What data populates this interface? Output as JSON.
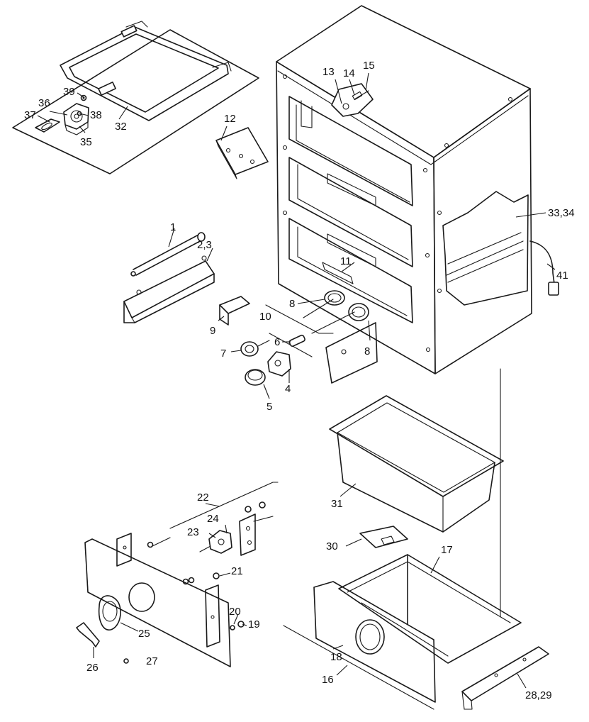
{
  "callouts": [
    {
      "id": "c1",
      "text": "1"
    },
    {
      "id": "c2_3",
      "text": "2,3"
    },
    {
      "id": "c4",
      "text": "4"
    },
    {
      "id": "c5",
      "text": "5"
    },
    {
      "id": "c6",
      "text": "6"
    },
    {
      "id": "c7",
      "text": "7"
    },
    {
      "id": "c8a",
      "text": "8"
    },
    {
      "id": "c8b",
      "text": "8"
    },
    {
      "id": "c9",
      "text": "9"
    },
    {
      "id": "c10",
      "text": "10"
    },
    {
      "id": "c11",
      "text": "11"
    },
    {
      "id": "c12",
      "text": "12"
    },
    {
      "id": "c13",
      "text": "13"
    },
    {
      "id": "c14",
      "text": "14"
    },
    {
      "id": "c15",
      "text": "15"
    },
    {
      "id": "c16",
      "text": "16"
    },
    {
      "id": "c17",
      "text": "17"
    },
    {
      "id": "c18",
      "text": "18"
    },
    {
      "id": "c19",
      "text": "19"
    },
    {
      "id": "c20",
      "text": "20"
    },
    {
      "id": "c21",
      "text": "21"
    },
    {
      "id": "c22",
      "text": "22"
    },
    {
      "id": "c23",
      "text": "23"
    },
    {
      "id": "c24",
      "text": "24"
    },
    {
      "id": "c25",
      "text": "25"
    },
    {
      "id": "c26",
      "text": "26"
    },
    {
      "id": "c27",
      "text": "27"
    },
    {
      "id": "c28_29",
      "text": "28,29"
    },
    {
      "id": "c30",
      "text": "30"
    },
    {
      "id": "c31",
      "text": "31"
    },
    {
      "id": "c32",
      "text": "32"
    },
    {
      "id": "c33_34",
      "text": "33,34"
    },
    {
      "id": "c35",
      "text": "35"
    },
    {
      "id": "c36",
      "text": "36"
    },
    {
      "id": "c37",
      "text": "37"
    },
    {
      "id": "c38",
      "text": "38"
    },
    {
      "id": "c39",
      "text": "39"
    },
    {
      "id": "c41",
      "text": "41"
    }
  ]
}
